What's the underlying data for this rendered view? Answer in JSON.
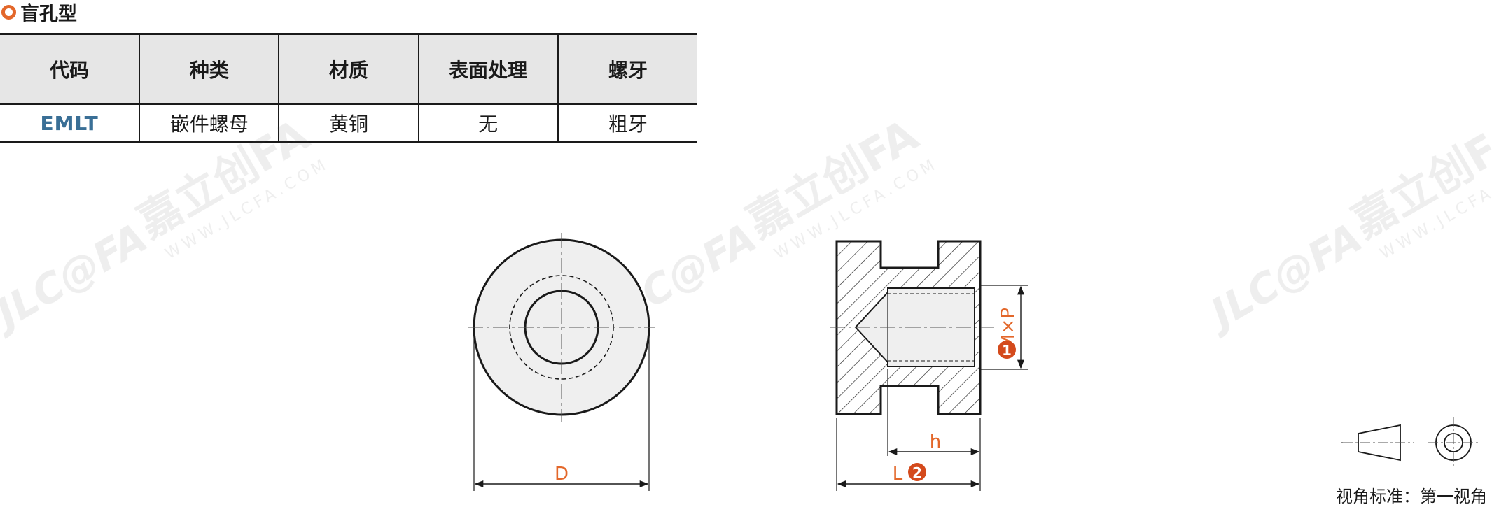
{
  "section": {
    "title": "盲孔型",
    "accent": "#e3672a"
  },
  "table": {
    "headers": [
      "代码",
      "种类",
      "材质",
      "表面处理",
      "螺牙"
    ],
    "row": [
      "EMLT",
      "嵌件螺母",
      "黄铜",
      "无",
      "粗牙"
    ]
  },
  "watermark": {
    "brand": "JLC@FA",
    "cn": "嘉立创FA",
    "url": "WWW.JLCFA.COM"
  },
  "drawing": {
    "front_dim": "D",
    "side_dim_h": "h",
    "side_dim_l": "L",
    "thread_label": "M×P",
    "marker_1": "1",
    "marker_2": "2",
    "dim_color": "#e3672a"
  },
  "projection": {
    "label": "视角标准：第一视角"
  }
}
